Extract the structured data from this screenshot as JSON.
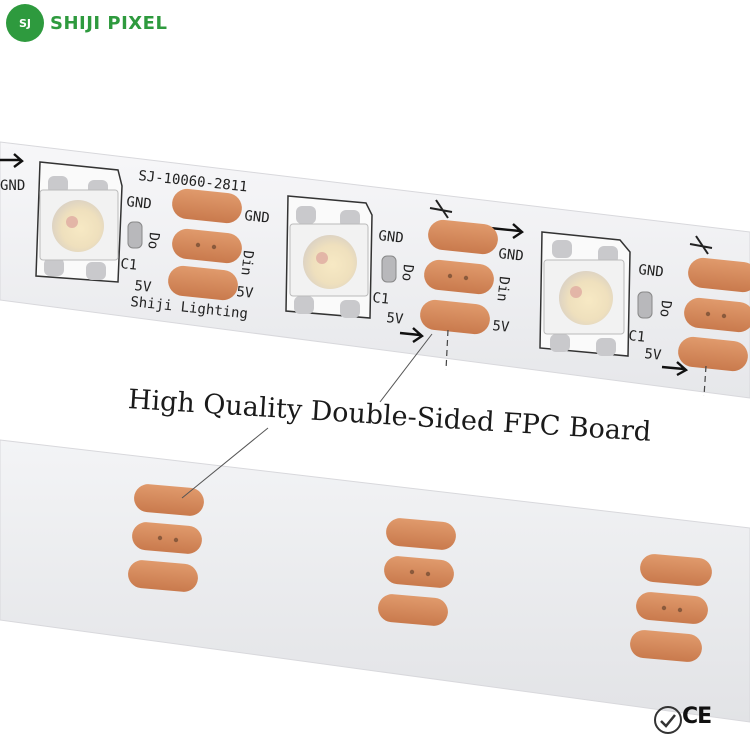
{
  "brand": {
    "badge": "SJ",
    "name": "SHIJI PIXEL",
    "color": "#2e9a3e"
  },
  "strip": {
    "model": "SJ-10060-2811",
    "maker": "Shiji Lighting",
    "pads": [
      "GND",
      "Din",
      "5V"
    ],
    "chip_labels": [
      "GND",
      "Do",
      "C1",
      "5V"
    ]
  },
  "caption": "High Quality Double-Sided FPC Board",
  "certifications": {
    "mark": "CE",
    "badge_icon": "certification-seal-icon"
  },
  "colors": {
    "copper": "#d4875a",
    "board": "#f4f4f6",
    "brand": "#2e9a3e"
  }
}
